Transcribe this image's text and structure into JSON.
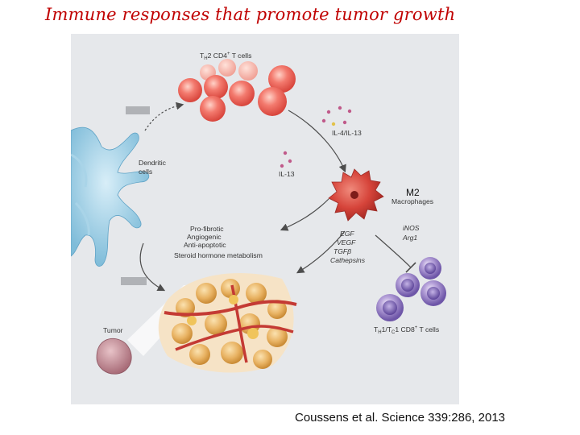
{
  "title": "Immune responses that promote tumor growth",
  "citation": "Coussens et al. Science 339:286, 2013",
  "figure": {
    "th2_label": "TH2 CD4+ T cells",
    "il4_label": "IL-4/IL-13",
    "il13_label": "IL-13",
    "dendritic_label": [
      "Dendritic",
      "cells"
    ],
    "m2_label": "M2",
    "macrophage_label": "Macrophages",
    "macrophage_products": [
      "iNOS",
      "Arg1"
    ],
    "tumor_factors": [
      "EGF",
      "VEGF",
      "TGFβ",
      "Cathepsins"
    ],
    "tumor_effects": [
      "Pro-fibrotic",
      "Angiogenic",
      "Anti-apoptotic",
      "Steroid hormone metabolism"
    ],
    "tumor_label": "Tumor",
    "tcell_label": "TH1/TC1 CD8+ T cells"
  }
}
